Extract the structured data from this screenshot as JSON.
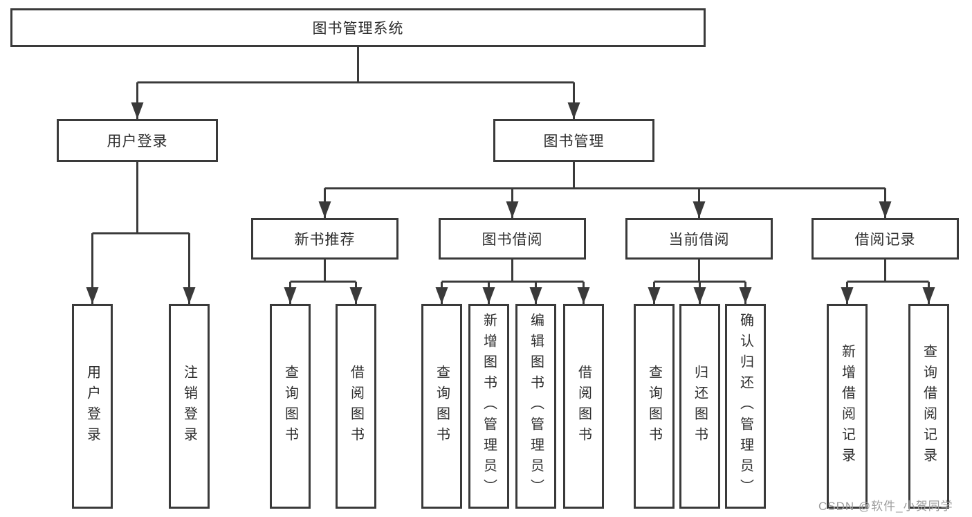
{
  "tree": {
    "label": "图书管理系统",
    "children": [
      {
        "label": "用户登录",
        "children": [
          {
            "label": "用户登录"
          },
          {
            "label": "注销登录"
          }
        ]
      },
      {
        "label": "图书管理",
        "children": [
          {
            "label": "新书推荐",
            "children": [
              {
                "label": "查询图书"
              },
              {
                "label": "借阅图书"
              }
            ]
          },
          {
            "label": "图书借阅",
            "children": [
              {
                "label": "查询图书"
              },
              {
                "label": "新增图书（管理员）"
              },
              {
                "label": "编辑图书（管理员）"
              },
              {
                "label": "借阅图书"
              }
            ]
          },
          {
            "label": "当前借阅",
            "children": [
              {
                "label": "查询图书"
              },
              {
                "label": "归还图书"
              },
              {
                "label": "确认归还（管理员）"
              }
            ]
          },
          {
            "label": "借阅记录",
            "children": [
              {
                "label": "新增借阅记录"
              },
              {
                "label": "查询借阅记录"
              }
            ]
          }
        ]
      }
    ]
  },
  "watermark": "CSDN @软件_小贺同学",
  "colors": {
    "line": "#3a3a3a",
    "box_border": "#3a3a3a",
    "text": "#2e2e2e",
    "watermark": "#9e9e9e",
    "background": "#ffffff"
  }
}
